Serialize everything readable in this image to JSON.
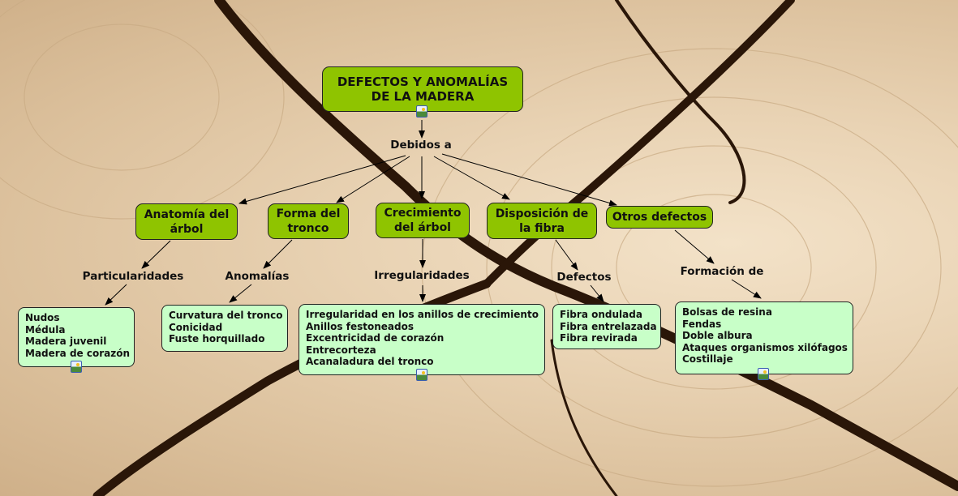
{
  "root": {
    "line1": "DEFECTOS Y ANOMALÍAS",
    "line2": "DE LA MADERA"
  },
  "links": {
    "debidos": "Debidos a",
    "particularidades": "Particularidades",
    "anomalias": "Anomalías",
    "irregularidades": "Irregularidades",
    "defectos": "Defectos",
    "formacion": "Formación de"
  },
  "concepts": {
    "anatomia": "Anatomía del árbol",
    "forma": "Forma del tronco",
    "crecimiento": "Crecimiento del árbol",
    "disposicion": "Disposición de la fibra",
    "otros": "Otros defectos"
  },
  "lists": {
    "particularidades": [
      "Nudos",
      "Médula",
      "Madera juvenil",
      "Madera de corazón"
    ],
    "anomalias": [
      "Curvatura del tronco",
      "Conicidad",
      "Fuste horquillado"
    ],
    "irregularidades": [
      "Irregularidad en los anillos de crecimiento",
      "Anillos festoneados",
      "Excentricidad de corazón",
      "Entrecorteza",
      "Acanaladura del tronco"
    ],
    "defectos": [
      "Fibra ondulada",
      "Fibra entrelazada",
      "Fibra revirada"
    ],
    "formacion": [
      "Bolsas de resina",
      "Fendas",
      "Doble albura",
      "Ataques organismos xilófagos",
      "Costillaje"
    ]
  },
  "colors": {
    "concept": "#8fc400",
    "list": "#c8ffc8",
    "crack": "#2a1608"
  }
}
